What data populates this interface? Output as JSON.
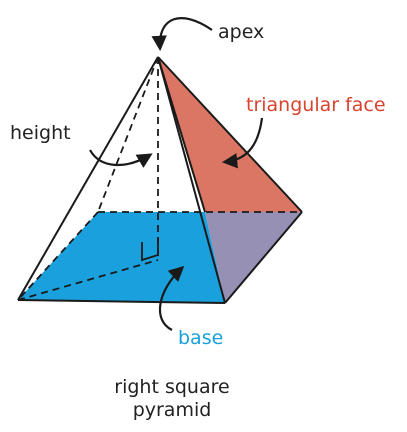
{
  "labels": {
    "apex": "apex",
    "triangular_face": "triangular face",
    "height": "height",
    "base": "base"
  },
  "caption": {
    "line1": "right square",
    "line2": "pyramid"
  },
  "colors": {
    "base_face": "#1aa0dc",
    "front_face": "#d2dff0",
    "triangular_face": "#dc7664",
    "side_face": "#9690b4",
    "triangular_face_label": "#d8432e",
    "base_label": "#1aa0dc",
    "edge": "#1a1a1a"
  }
}
